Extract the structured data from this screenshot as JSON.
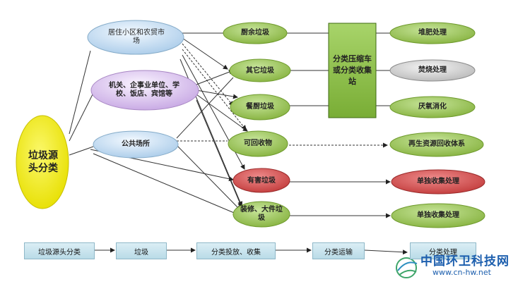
{
  "origin": {
    "label": "垃圾源头分类"
  },
  "sources": [
    {
      "label": "居住小区和农贸市场"
    },
    {
      "label": "机关、企事业单位、学校、饭店、宾馆等"
    },
    {
      "label": "公共场所"
    }
  ],
  "categories": [
    {
      "label": "厨余垃圾"
    },
    {
      "label": "其它垃圾"
    },
    {
      "label": "餐厨垃圾"
    },
    {
      "label": "可回收物"
    },
    {
      "label": "有害垃圾"
    },
    {
      "label": "装修、大件垃圾"
    }
  ],
  "station": {
    "label": "分类压缩车或分类收集站"
  },
  "treatments": [
    {
      "label": "堆肥处理"
    },
    {
      "label": "焚烧处理"
    },
    {
      "label": "厌氧消化"
    },
    {
      "label": "再生资源回收体系"
    },
    {
      "label": "单独收集处理"
    },
    {
      "label": "单独收集处理"
    }
  ],
  "flow": {
    "steps": [
      "垃圾源头分类",
      "垃圾",
      "分类投放、收集",
      "分类运输",
      "分类处理"
    ]
  },
  "brand": {
    "name": "中国环卫科技网",
    "url": "www.cn-hw.net"
  },
  "colors": {
    "green": "#9bc459",
    "gray": "#cfcfcf",
    "red": "#cc4b4b",
    "yellow": "#f2ee1a",
    "purple": "#dcc8ee",
    "blue": "#cfe3f4"
  }
}
